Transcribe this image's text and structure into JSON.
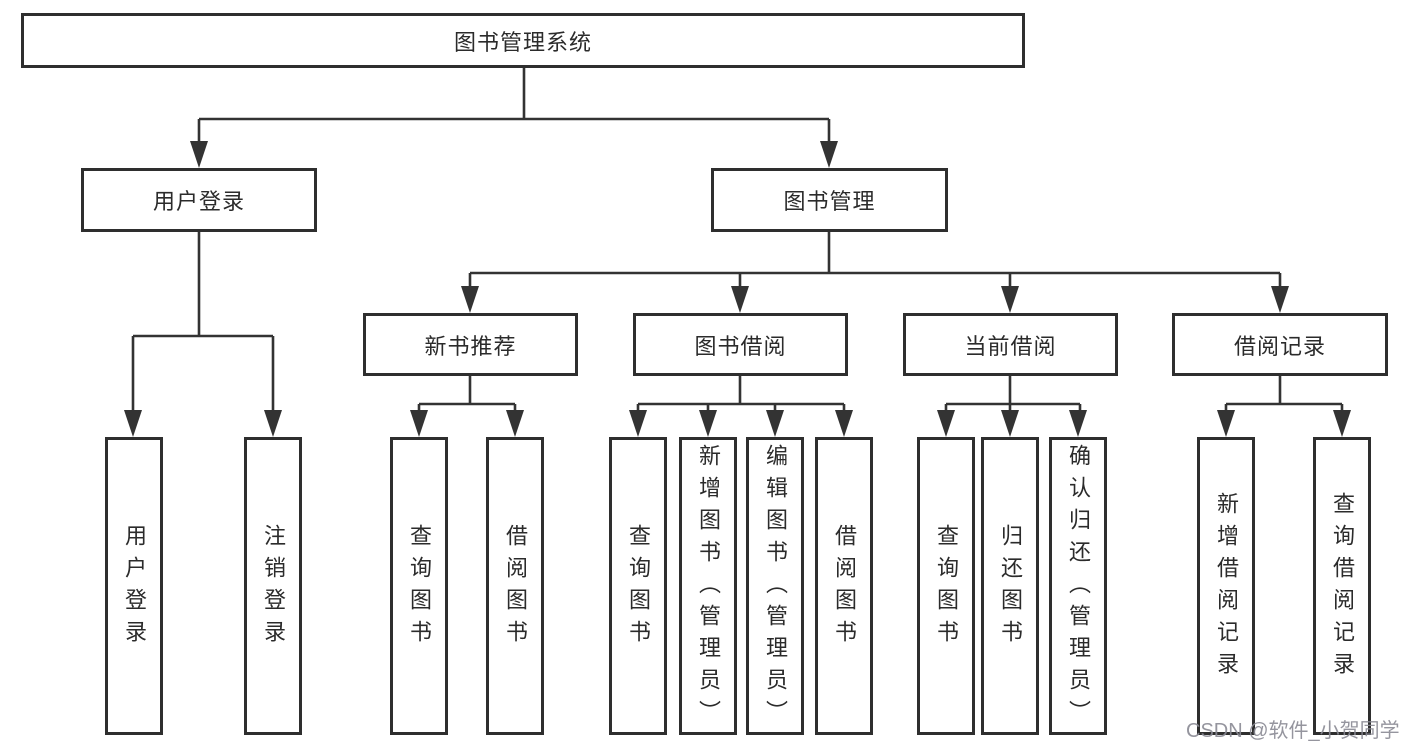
{
  "diagram": {
    "root": {
      "label": "图书管理系统"
    },
    "login": {
      "label": "用户登录",
      "children": [
        {
          "label": "用户登录"
        },
        {
          "label": "注销登录"
        }
      ]
    },
    "management": {
      "label": "图书管理"
    },
    "new_books": {
      "label": "新书推荐",
      "children": [
        {
          "label": "查询图书"
        },
        {
          "label": "借阅图书"
        }
      ]
    },
    "book_borrow": {
      "label": "图书借阅",
      "children": [
        {
          "label": "查询图书"
        },
        {
          "label": "新增图书（管理员）"
        },
        {
          "label": "编辑图书（管理员）"
        },
        {
          "label": "借阅图书"
        }
      ]
    },
    "current_borrow": {
      "label": "当前借阅",
      "children": [
        {
          "label": "查询图书"
        },
        {
          "label": "归还图书"
        },
        {
          "label": "确认归还（管理员）"
        }
      ]
    },
    "borrow_records": {
      "label": "借阅记录",
      "children": [
        {
          "label": "新增借阅记录"
        },
        {
          "label": "查询借阅记录"
        }
      ]
    }
  },
  "watermark": {
    "text": "CSDN @软件_小贺同学"
  },
  "colors": {
    "line": "#333333",
    "border": "#2e2e2e",
    "text": "#2b2b2b",
    "watermark": "#8a8a94",
    "background": "#ffffff"
  }
}
